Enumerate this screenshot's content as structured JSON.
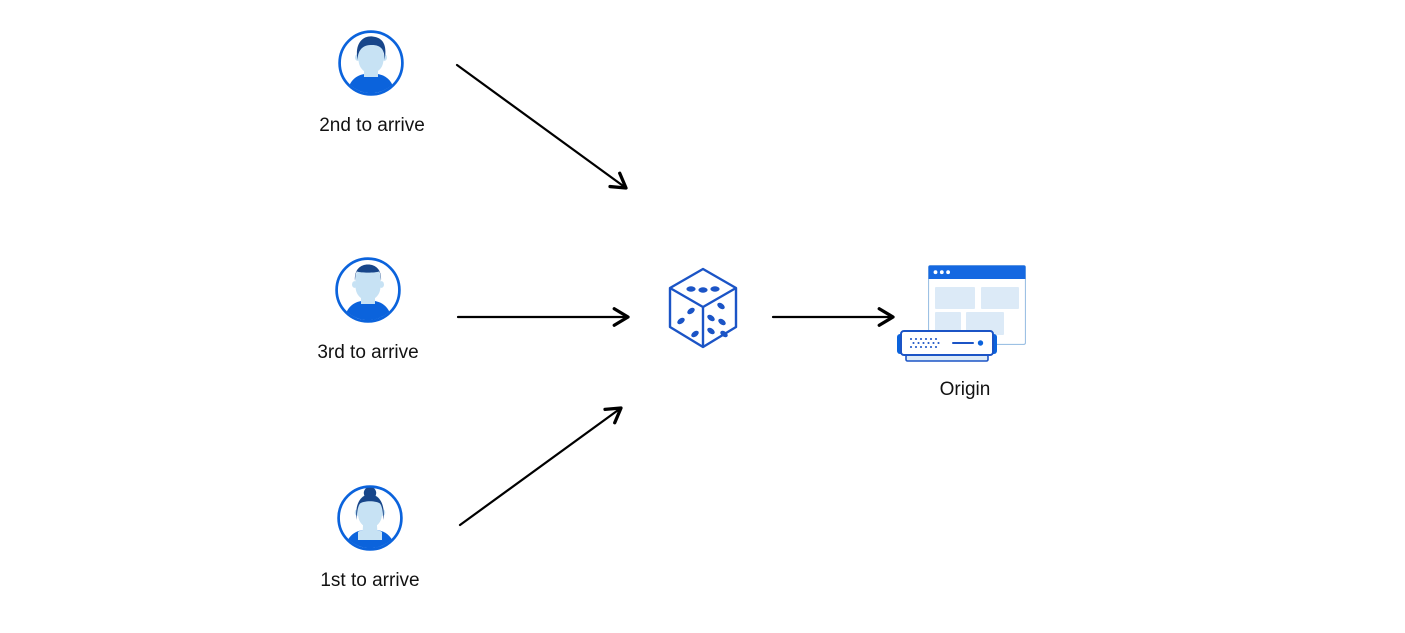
{
  "diagram": {
    "title": "random-request-ordering-diagram",
    "nodes": {
      "visitor_top": {
        "label": "2nd to arrive",
        "icon": "person-avatar-icon"
      },
      "visitor_middle": {
        "label": "3rd to arrive",
        "icon": "person-avatar-icon"
      },
      "visitor_bottom": {
        "label": "1st to arrive",
        "icon": "person-avatar-icon"
      },
      "randomizer": {
        "icon": "dice-icon"
      },
      "origin": {
        "label": "Origin",
        "icon": "origin-server-icon"
      }
    },
    "edges": [
      {
        "from": "visitor_top",
        "to": "randomizer"
      },
      {
        "from": "visitor_middle",
        "to": "randomizer"
      },
      {
        "from": "visitor_bottom",
        "to": "randomizer"
      },
      {
        "from": "randomizer",
        "to": "origin"
      }
    ]
  },
  "colors": {
    "blue_stroke": "#1B54C6",
    "blue_fill": "#0B63DC",
    "hair_dark": "#18468A",
    "face_light": "#C7E2F4",
    "panel_light": "#DCEAF7",
    "titlebar_blue": "#1568E1",
    "window_border": "#9DC1E4",
    "arrow_black": "#000000",
    "label_color": "#121212",
    "canvas_bg": "#FFFFFF"
  }
}
